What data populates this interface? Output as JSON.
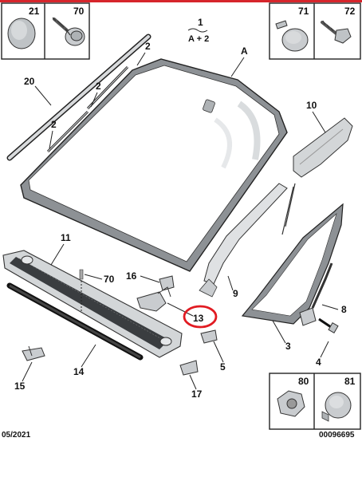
{
  "callouts": {
    "c21": "21",
    "c70": "70",
    "c71": "71",
    "c72": "72",
    "c80": "80",
    "c81": "81",
    "title_num": "1",
    "title_sub": "A + 2",
    "a": "A",
    "two_a": "2",
    "two_b": "2",
    "two_c": "2",
    "c20": "20",
    "c10": "10",
    "c11": "11",
    "c16": "16",
    "c70b": "70",
    "c9": "9",
    "c13": "13",
    "c8": "8",
    "c3": "3",
    "c4": "4",
    "c5": "5",
    "c14": "14",
    "c15": "15",
    "c17": "17"
  },
  "footer": {
    "date": "05/2021",
    "ref": "00096695"
  },
  "colors": {
    "accent_red": "#d6252b",
    "highlight_circle": "#e11b22",
    "line": "#222222"
  },
  "icons": [
    "grommet-icon",
    "screw-icon",
    "push-clip-icon",
    "bolt-icon",
    "nut-icon",
    "rivet-cap-icon"
  ]
}
